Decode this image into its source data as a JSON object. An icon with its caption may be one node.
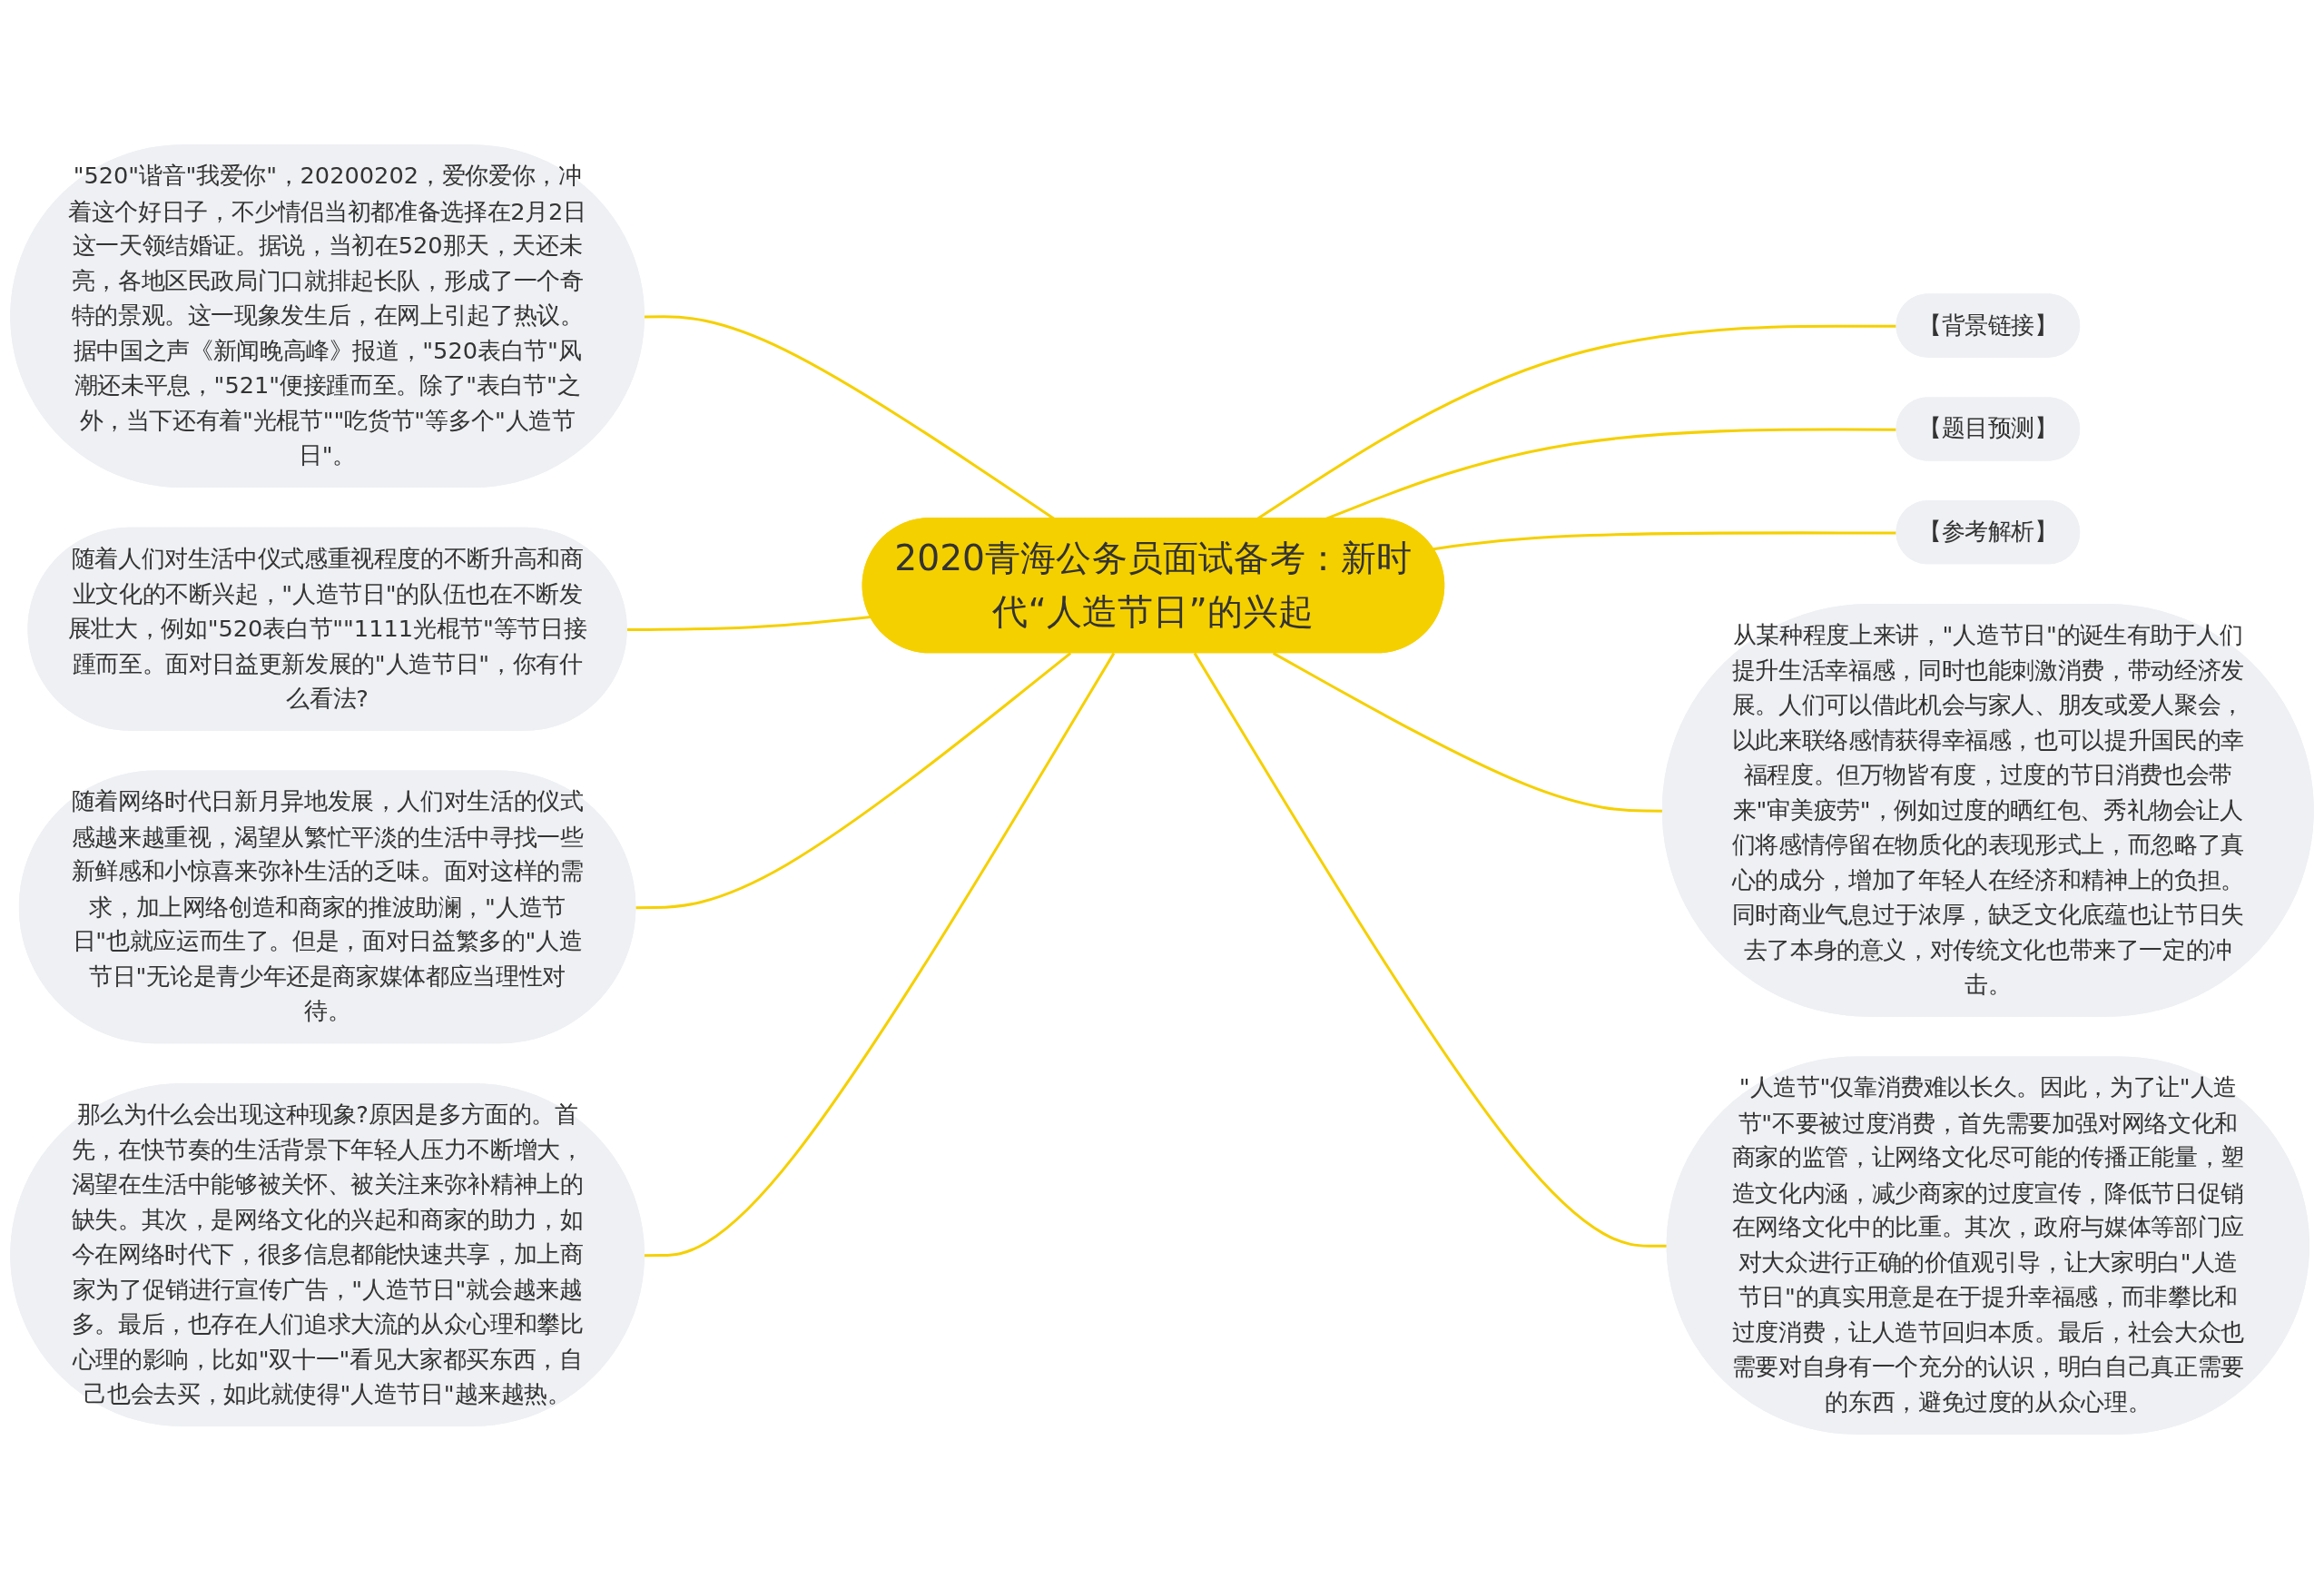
{
  "diagram": {
    "nodes": [
      {
        "text": [
          "2020青海公务员面试备考：新时代“人造节日”的兴起"
        ]
      },
      {
        "text": [
          "\"520\"谐音\"我爱你\"，20200202，爱你爱你，冲着这个好日子，不少情侣当初都准备选择在2月2日这一天领结婚证。据说，当初在520那天，天还未亮，各地区民政局门口就排起长队，形成了一个奇特的景观。这一现象发生后，在网上引起了热议。据中国之声《新闻晚高峰》报道，\"520表白节\"风潮还未平息，\"521\"便接踵而至。除了\"表白节\"之外，当下还有着\"光棍节\"\"吃货节\"等多个\"人造节日\"。"
        ]
      },
      {
        "text": [
          "随着人们对生活中仪式感重视程度的不断升高和商业文化的不断兴起，\"人造节日\"的队伍也在不断发展壮大，例如\"520表白节\"\"1111光棍节\"等节日接踵而至。面对日益更新发展的\"人造节日\"，你有什么看法?"
        ]
      },
      {
        "text": [
          "随着网络时代日新月异地发展，人们对生活的仪式感越来越重视，渴望从繁忙平淡的生活中寻找一些新鲜感和小惊喜来弥补生活的乏味。面对这样的需求，加上网络创造和商家的推波助澜，\"人造节日\"也就应运而生了。但是，面对日益繁多的\"人造节日\"无论是青少年还是商家媒体都应当理性对待。"
        ]
      },
      {
        "text": [
          "那么为什么会出现这种现象?原因是多方面的。首先，在快节奏的生活背景下年轻人压力不断增大，渴望在生活中能够被关怀、被关注来弥补精神上的缺失。其次，是网络文化的兴起和商家的助力，如今在网络时代下，很多信息都能快速共享，加上商家为了促销进行宣传广告，\"人造节日\"就会越来越多。最后，也存在人们追求大流的从众心理和攀比心理的影响，比如\"双十一\"看见大家都买东西，自己也会去买，如此就使得\"人造节日\"越来越热。"
        ]
      },
      {
        "text": [
          "【背景链接】"
        ]
      },
      {
        "text": [
          "【题目预测】"
        ]
      },
      {
        "text": [
          "【参考解析】"
        ]
      },
      {
        "text": [
          "从某种程度上来讲，\"人造节日\"的诞生有助于人们提升生活幸福感，同时也能刺激消费，带动经济发展。人们可以借此机会与家人、朋友或爱人聚会，以此来联络感情获得幸福感，也可以提升国民的幸福程度。但万物皆有度，过度的节日消费也会带来\"审美疲劳\"，例如过度的晒红包、秀礼物会让人们将感情停留在物质化的表现形式上，而忽略了真心的成分，增加了年轻人在经济和精神上的负担。同时商业气息过于浓厚，缺乏文化底蕴也让节日失去了本身的意义，对传统文化也带来了一定的冲击。"
        ]
      },
      {
        "text": [
          "\"人造节\"仅靠消费难以长久。因此，为了让\"人造节\"不要被过度消费，首先需要加强对网络文化和商家的监管，让网络文化尽可能的传播正能量，塑造文化内涵，减少商家的过度宣传，降低节日促销在网络文化中的比重。其次，政府与媒体等部门应对大众进行正确的价值观引导，让大家明白\"人造节日\"的真实用意是在于提升幸福感，而非攀比和过度消费，让人造节回归本质。最后，社会大众也需要对自身有一个充分的认识，明白自己真正需要的东西，避免过度的从众心理。"
        ]
      }
    ],
    "edges": [
      {
        "from": 0,
        "to": 1,
        "arrow": "none"
      },
      {
        "from": 0,
        "to": 2,
        "arrow": "none"
      },
      {
        "from": 0,
        "to": 3,
        "arrow": "none"
      },
      {
        "from": 0,
        "to": 4,
        "arrow": "none"
      },
      {
        "from": 0,
        "to": 5,
        "arrow": "none"
      },
      {
        "from": 0,
        "to": 6,
        "arrow": "none"
      },
      {
        "from": 0,
        "to": 7,
        "arrow": "none"
      },
      {
        "from": 0,
        "to": 8,
        "arrow": "none"
      },
      {
        "from": 0,
        "to": 9,
        "arrow": "none"
      }
    ]
  }
}
